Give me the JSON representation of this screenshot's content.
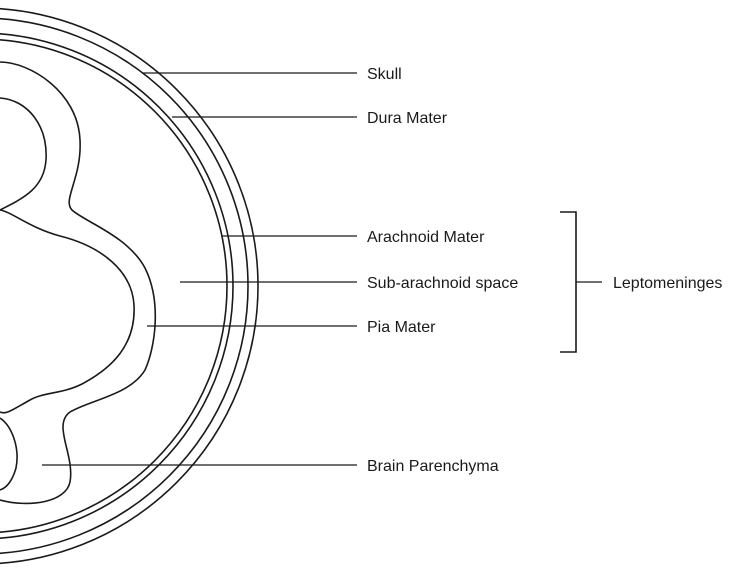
{
  "labels": {
    "skull": "Skull",
    "dura_mater": "Dura Mater",
    "arachnoid_mater": "Arachnoid Mater",
    "subarachnoid_space": "Sub-arachnoid space",
    "pia_mater": "Pia Mater",
    "brain_parenchyma": "Brain Parenchyma",
    "leptomeninges": "Leptomeninges"
  },
  "colors": {
    "stroke": "#1a1a1a",
    "background": "#ffffff"
  }
}
